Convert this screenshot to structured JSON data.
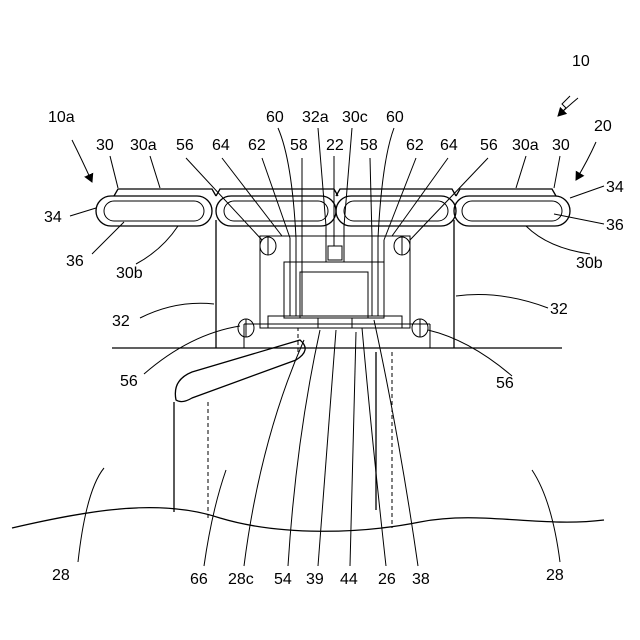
{
  "figure": {
    "colors": {
      "line": "#000000",
      "background": "#ffffff"
    },
    "labels": [
      {
        "id": "10",
        "text": "10"
      },
      {
        "id": "10a",
        "text": "10a"
      },
      {
        "id": "20",
        "text": "20"
      },
      {
        "id": "30-left",
        "text": "30"
      },
      {
        "id": "30a-left",
        "text": "30a"
      },
      {
        "id": "56-top-left",
        "text": "56"
      },
      {
        "id": "64-left",
        "text": "64"
      },
      {
        "id": "62-left",
        "text": "62"
      },
      {
        "id": "60-left",
        "text": "60"
      },
      {
        "id": "58-left",
        "text": "58"
      },
      {
        "id": "32a",
        "text": "32a"
      },
      {
        "id": "22",
        "text": "22"
      },
      {
        "id": "30c",
        "text": "30c"
      },
      {
        "id": "58-right",
        "text": "58"
      },
      {
        "id": "60-right",
        "text": "60"
      },
      {
        "id": "62-right",
        "text": "62"
      },
      {
        "id": "64-right",
        "text": "64"
      },
      {
        "id": "56-top-right",
        "text": "56"
      },
      {
        "id": "30a-right",
        "text": "30a"
      },
      {
        "id": "30-right",
        "text": "30"
      },
      {
        "id": "34-left",
        "text": "34"
      },
      {
        "id": "36-left",
        "text": "36"
      },
      {
        "id": "30b-left",
        "text": "30b"
      },
      {
        "id": "34-right",
        "text": "34"
      },
      {
        "id": "36-right",
        "text": "36"
      },
      {
        "id": "30b-right",
        "text": "30b"
      },
      {
        "id": "32-left",
        "text": "32"
      },
      {
        "id": "32-right",
        "text": "32"
      },
      {
        "id": "56-bottom-left",
        "text": "56"
      },
      {
        "id": "56-bottom-right",
        "text": "56"
      },
      {
        "id": "28-left",
        "text": "28"
      },
      {
        "id": "66",
        "text": "66"
      },
      {
        "id": "28c",
        "text": "28c"
      },
      {
        "id": "54",
        "text": "54"
      },
      {
        "id": "39",
        "text": "39"
      },
      {
        "id": "44",
        "text": "44"
      },
      {
        "id": "26",
        "text": "26"
      },
      {
        "id": "38",
        "text": "38"
      },
      {
        "id": "28-right",
        "text": "28"
      }
    ]
  }
}
